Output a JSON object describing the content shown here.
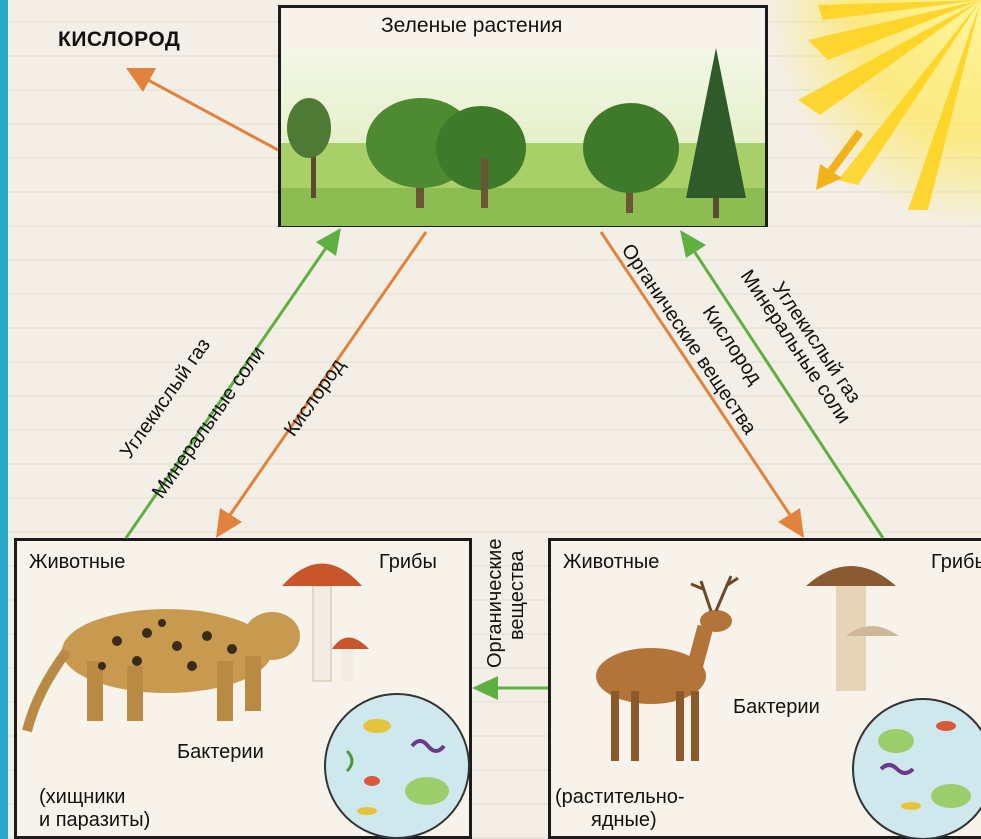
{
  "top": {
    "title": "Зеленые растения"
  },
  "oxygen_out": "КИСЛОРОД",
  "left_arrows": {
    "gas": "Углекислый газ",
    "salts": "Минеральные соли",
    "oxygen": "Кислород"
  },
  "right_arrows": {
    "organics": "Органические вещества",
    "oxygen": "Кислород",
    "salts": "Минеральные соли",
    "gas": "Углекислый газ"
  },
  "middle_arrow": {
    "line1": "Органические",
    "line2": "вещества"
  },
  "left_box": {
    "animals": "Животные",
    "fungi": "Грибы",
    "bacteria": "Бактерии",
    "note_line1": "(хищники",
    "note_line2": "и паразиты)"
  },
  "right_box": {
    "animals": "Животные",
    "fungi": "Грибы",
    "bacteria": "Бактерии",
    "note_line1": "(растительно-",
    "note_line2": "ядные)"
  },
  "colors": {
    "green_arrow": "#5fb040",
    "orange_arrow": "#e2823c",
    "sun": "#ffd21a",
    "frame": "#2aa7c8"
  }
}
